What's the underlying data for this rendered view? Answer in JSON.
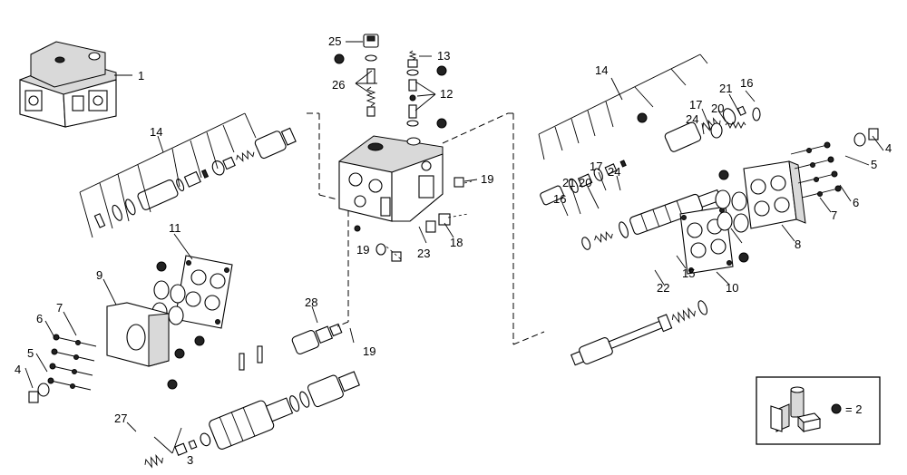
{
  "callouts": [
    "1",
    "14",
    "11",
    "9",
    "7",
    "6",
    "5",
    "4",
    "27",
    "3",
    "25",
    "26",
    "13",
    "12",
    "19",
    "23",
    "18",
    "19",
    "28",
    "19",
    "14",
    "17",
    "21",
    "16",
    "24",
    "20",
    "17",
    "21",
    "20",
    "16",
    "24",
    "4",
    "5",
    "6",
    "7",
    "8",
    "15",
    "22",
    "10"
  ],
  "legend": {
    "equals_text": "= 2"
  }
}
